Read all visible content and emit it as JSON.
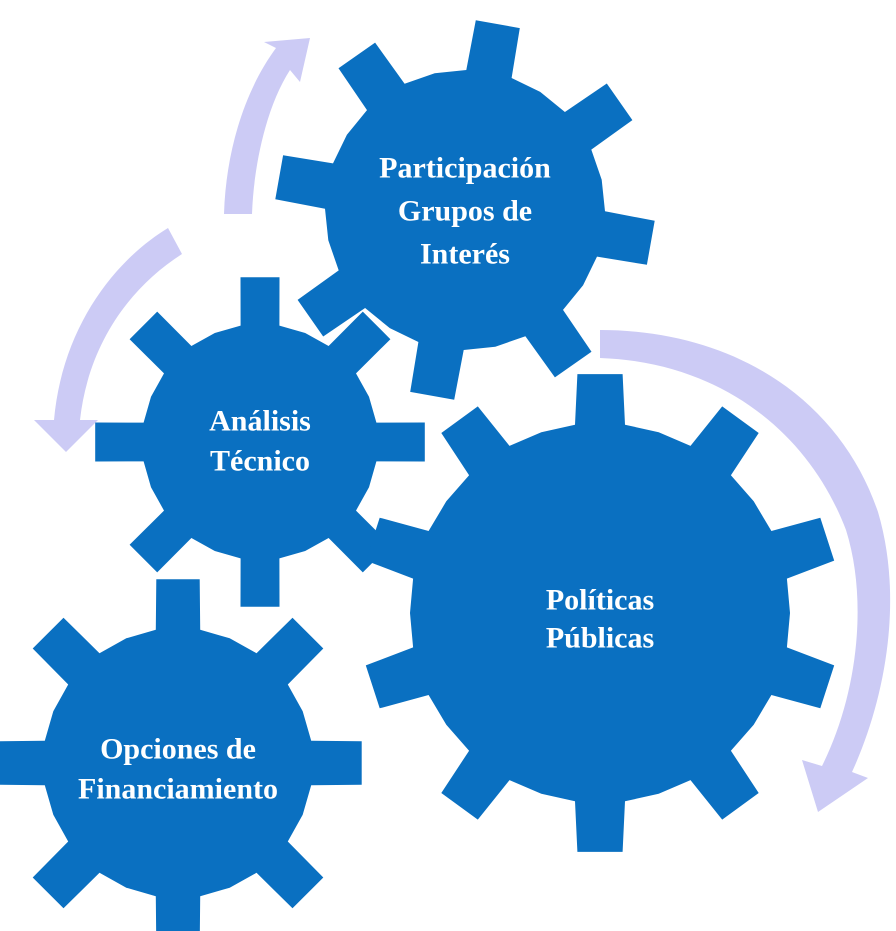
{
  "colors": {
    "gear_fill": "#0a70c1",
    "arrow_fill": "#cccbf5",
    "label_color": "#ffffff",
    "background": "#ffffff"
  },
  "gears": [
    {
      "id": "participacion",
      "lines": [
        "Participación",
        "Grupos de",
        "Interés"
      ]
    },
    {
      "id": "analisis",
      "lines": [
        "Análisis",
        "Técnico"
      ]
    },
    {
      "id": "politicas",
      "lines": [
        "Políticas",
        "Públicas"
      ]
    },
    {
      "id": "opciones",
      "lines": [
        "Opciones de",
        "Financiamiento"
      ]
    }
  ],
  "arrows": [
    {
      "id": "arrow-top-left",
      "icon": "curved-arrow-up-right-icon"
    },
    {
      "id": "arrow-left",
      "icon": "curved-arrow-down-left-icon"
    },
    {
      "id": "arrow-right",
      "icon": "curved-arrow-down-icon"
    }
  ]
}
